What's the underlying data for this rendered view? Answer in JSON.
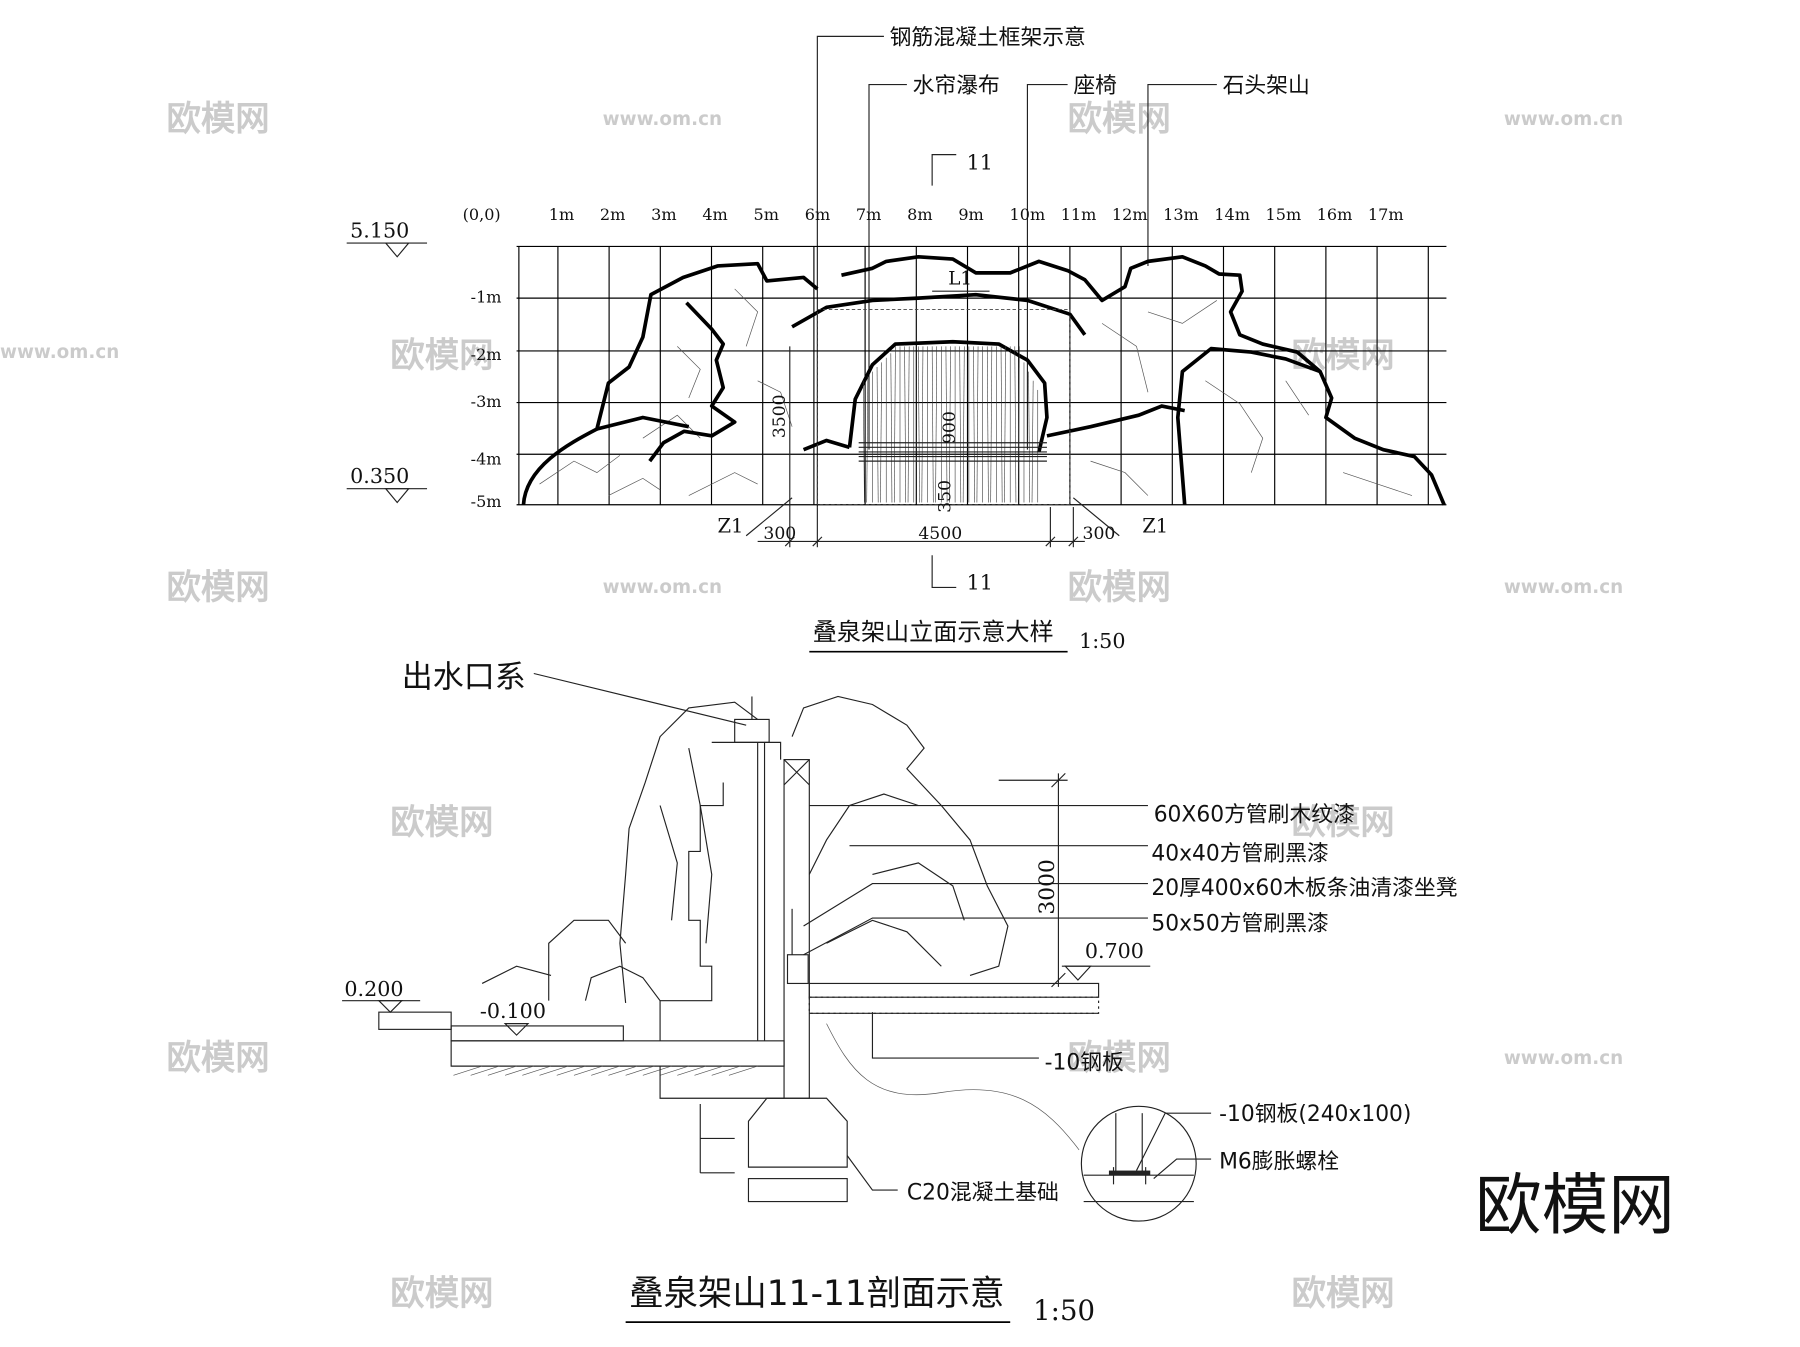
{
  "elevation": {
    "leaders": {
      "frame": "钢筋混凝土框架示意",
      "waterfall": "水帘瀑布",
      "bench": "座椅",
      "rockery": "石头架山"
    },
    "section_mark_top": "11",
    "section_mark_bottom": "11",
    "origin_label": "(0,0)",
    "x_labels": [
      "1m",
      "2m",
      "3m",
      "4m",
      "5m",
      "6m",
      "7m",
      "8m",
      "9m",
      "10m",
      "11m",
      "12m",
      "13m",
      "14m",
      "15m",
      "16m",
      "17m"
    ],
    "y_labels": [
      "-1m",
      "-2m",
      "-3m",
      "-4m",
      "-5m"
    ],
    "level_top": "5.150",
    "level_bottom": "0.350",
    "l1": "L1",
    "dims": {
      "h3500": "3500",
      "h900": "900",
      "h350": "350",
      "w300a": "300",
      "w4500": "4500",
      "w300b": "300",
      "z1a": "Z1",
      "z1b": "Z1"
    },
    "title": "叠泉架山立面示意大样",
    "scale": "1:50"
  },
  "section": {
    "outlet_label": "出水口系",
    "notes": [
      "60X60方管刷木纹漆",
      "40x40方管刷黑漆",
      "20厚400x60木板条油清漆坐凳",
      "50x50方管刷黑漆"
    ],
    "dim_3000": "3000",
    "level_700": "0.700",
    "level_200": "0.200",
    "level_neg100": "-0.100",
    "steel_plate": "-10钢板",
    "detail_plate": "-10钢板(240x100)",
    "detail_bolt": "M6膨胀螺栓",
    "foundation": "C20混凝土基础",
    "title": "叠泉架山11-11剖面示意",
    "scale": "1:50"
  },
  "watermark": {
    "logo": "欧模网",
    "url": "www.om.cn"
  }
}
